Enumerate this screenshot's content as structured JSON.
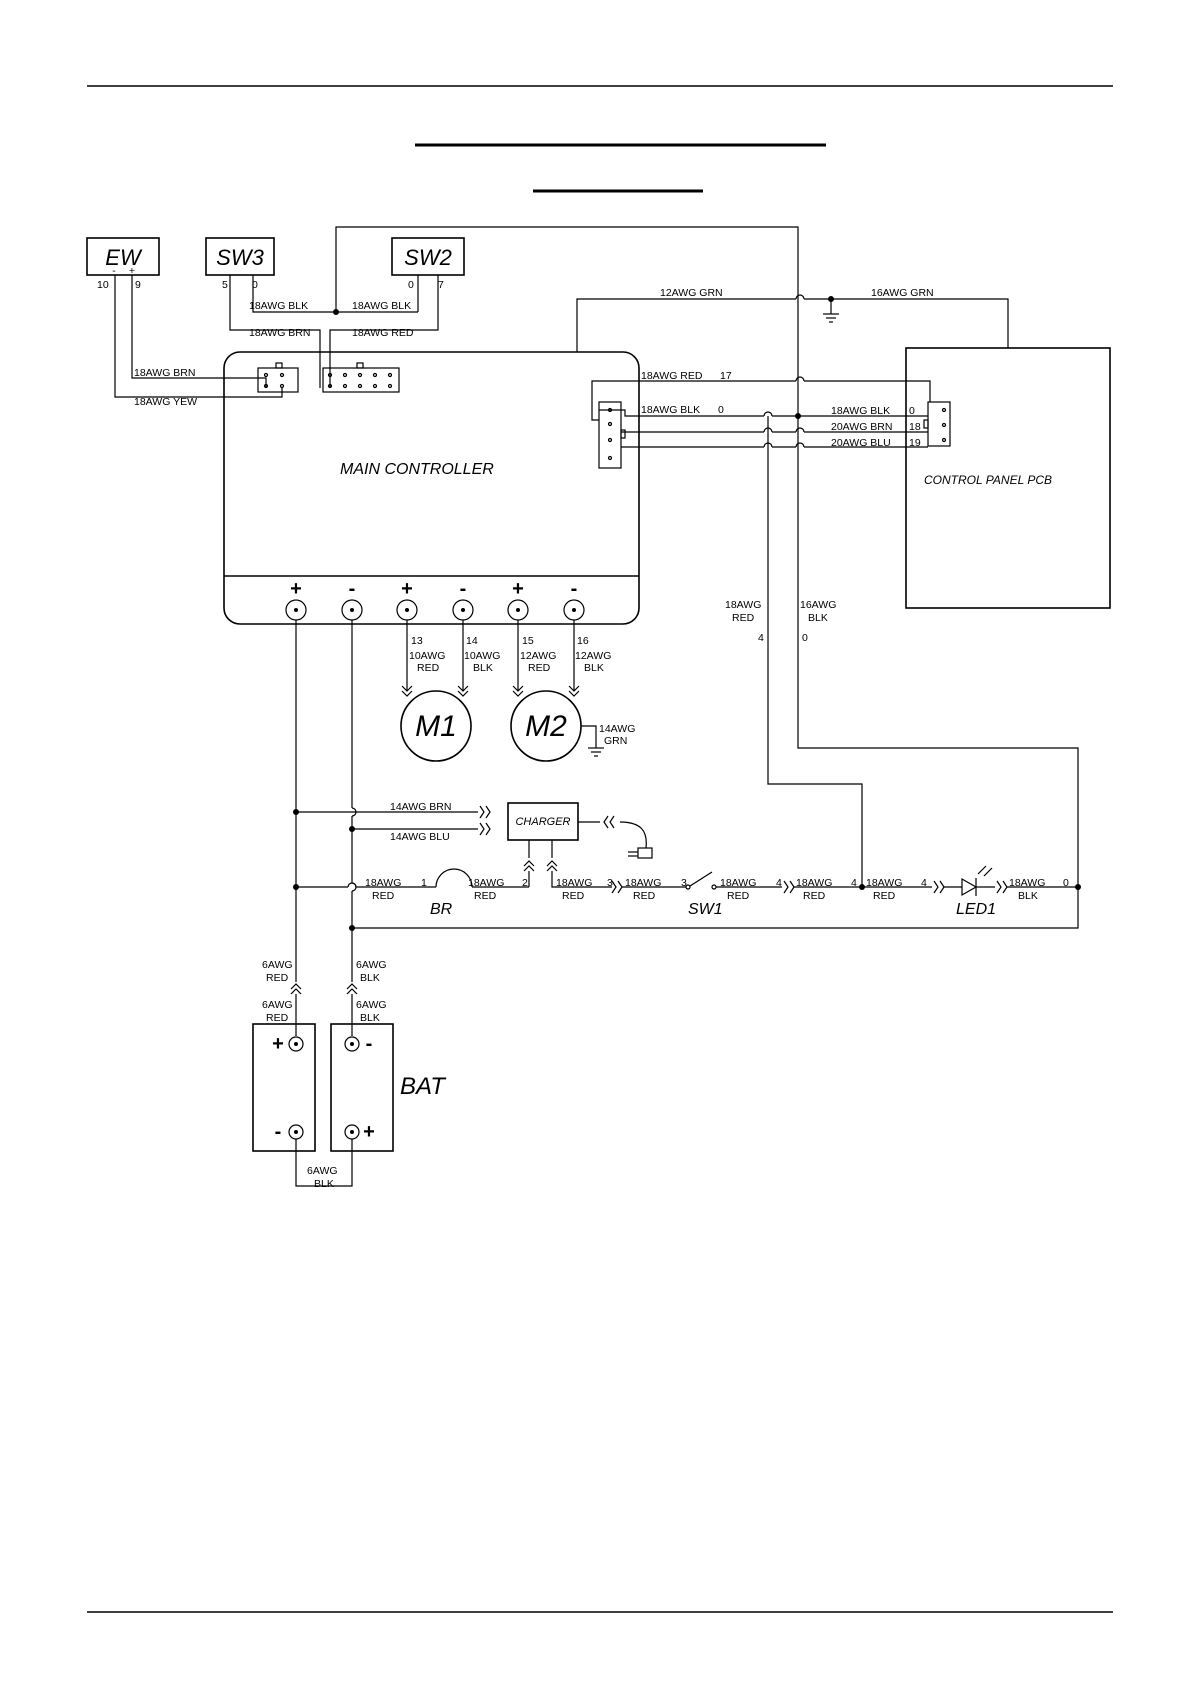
{
  "components": {
    "ew": "EW",
    "sw3": "SW3",
    "sw2": "SW2",
    "main_controller": "MAIN  CONTROLLER",
    "control_panel": "CONTROL PANEL PCB",
    "m1": "M1",
    "m2": "M2",
    "charger": "CHARGER",
    "br": "BR",
    "sw1": "SW1",
    "led1": "LED1",
    "bat": "BAT"
  },
  "pins": {
    "ew_minus": "-",
    "ew_plus": "+",
    "ew_left": "10",
    "ew_right": "9",
    "sw3_left": "5",
    "sw3_right": "0",
    "sw2_left": "0",
    "sw2_right": "7"
  },
  "wires": {
    "w_blk_sw3": "18AWG BLK",
    "w_blk_sw2": "18AWG BLK",
    "w_brn_sw3": "18AWG BRN",
    "w_red_sw2": "18AWG RED",
    "w_brn_ew": "18AWG BRN",
    "w_yew_ew": "18AWG YEW",
    "w_grn12": "12AWG GRN",
    "w_grn16": "16AWG GRN",
    "w_red17": "18AWG RED",
    "n17": "17",
    "w_blk0": "18AWG BLK",
    "n0a": "0",
    "cp_blk": "18AWG BLK",
    "cp_n0": "0",
    "cp_brn": "20AWG BRN",
    "cp_n18": "18",
    "cp_blu": "20AWG BLU",
    "cp_n19": "19",
    "v_red_a": "18AWG",
    "v_red_b": "RED",
    "v_n4": "4",
    "v_blk_a": "16AWG",
    "v_blk_b": "BLK",
    "v_n0": "0"
  },
  "motors": {
    "n13": "13",
    "n14": "14",
    "n15": "15",
    "n16": "16",
    "m1p_a": "10AWG",
    "m1p_b": "RED",
    "m1n_a": "10AWG",
    "m1n_b": "BLK",
    "m2p_a": "12AWG",
    "m2p_b": "RED",
    "m2n_a": "12AWG",
    "m2n_b": "BLK",
    "gnd_a": "14AWG",
    "gnd_b": "GRN"
  },
  "terminals": {
    "t1": "+",
    "t2": "-",
    "t3": "+",
    "t4": "-",
    "t5": "+",
    "t6": "-"
  },
  "charger_wires": {
    "brn": "14AWG BRN",
    "blu": "14AWG BLU"
  },
  "bottom_chain": {
    "s1a": "18AWG",
    "s1b": "RED",
    "n1": "1",
    "s2a": "18AWG",
    "s2b": "RED",
    "n2": "2",
    "s3a": "18AWG",
    "s3b": "RED",
    "n3a": "3",
    "s4a": "18AWG",
    "s4b": "RED",
    "n3b": "3",
    "s5a": "18AWG",
    "s5b": "RED",
    "n4a": "4",
    "s6a": "18AWG",
    "s6b": "RED",
    "n4b": "4",
    "s7a": "18AWG",
    "s7b": "RED",
    "n4c": "4",
    "s8a": "18AWG",
    "s8b": "BLK",
    "n0": "0"
  },
  "battery": {
    "r1a": "6AWG",
    "r1b": "RED",
    "b1a": "6AWG",
    "b1b": "BLK",
    "r2a": "6AWG",
    "r2b": "RED",
    "b2a": "6AWG",
    "b2b": "BLK",
    "bp1": "+",
    "bm1": "-",
    "bm2": "-",
    "bp2": "+",
    "link_a": "6AWG",
    "link_b": "BLK"
  }
}
